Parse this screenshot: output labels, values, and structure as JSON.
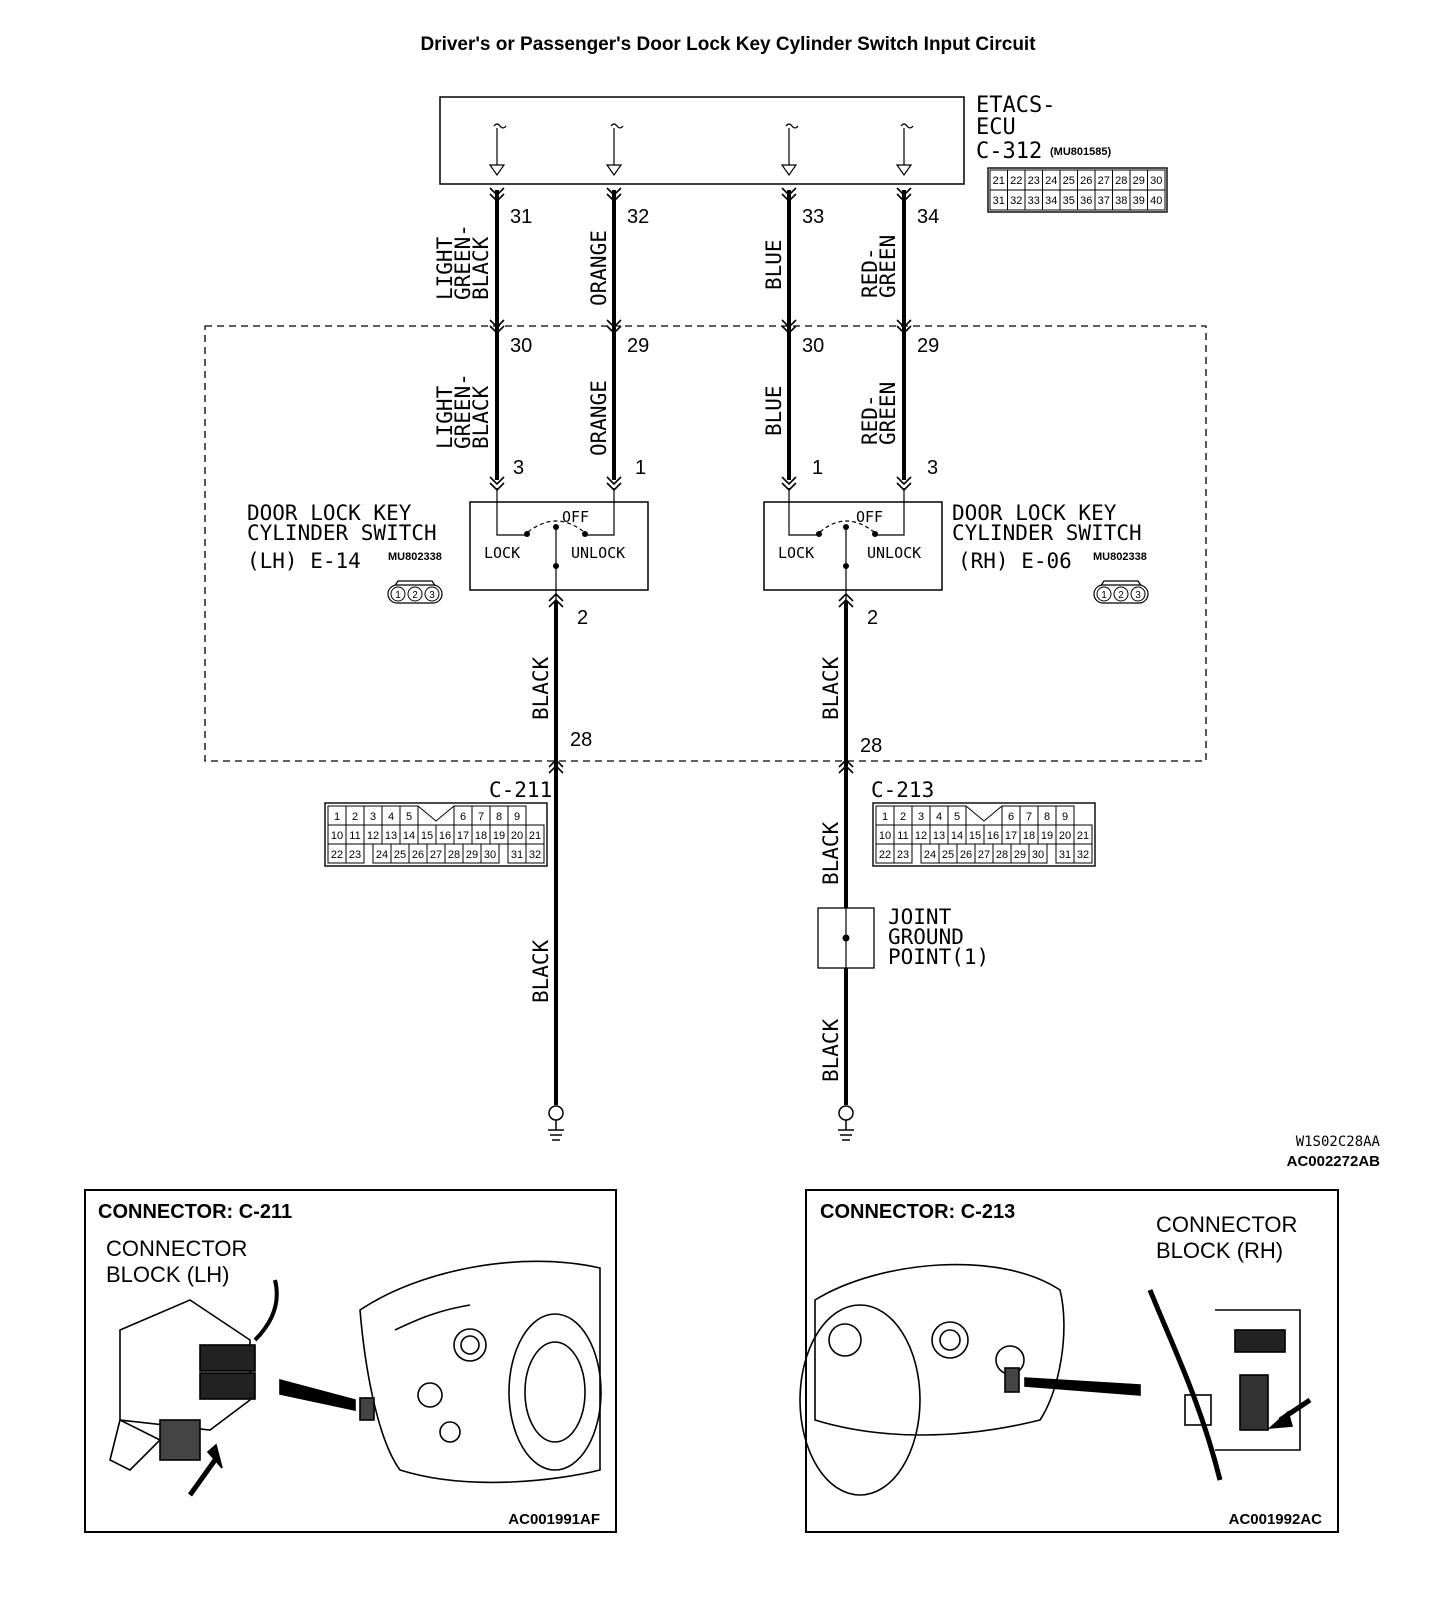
{
  "title": "Driver's or Passenger's Door Lock Key Cylinder Switch Input Circuit",
  "ecu": {
    "name_line1": "ETACS-",
    "name_line2": "ECU",
    "connector": "C-312",
    "part_no": "(MU801585)",
    "pins_row1": [
      "21",
      "22",
      "23",
      "24",
      "25",
      "26",
      "27",
      "28",
      "29",
      "30"
    ],
    "pins_row2": [
      "31",
      "32",
      "33",
      "34",
      "35",
      "36",
      "37",
      "38",
      "39",
      "40"
    ]
  },
  "wires": {
    "w1": {
      "ecu_pin": "31",
      "top_color": [
        "LIGHT",
        "GREEN-",
        "BLACK"
      ],
      "inner_pin": "30",
      "lower_color": [
        "LIGHT",
        "GREEN-",
        "BLACK"
      ],
      "switch_pin": "3"
    },
    "w2": {
      "ecu_pin": "32",
      "top_color": [
        "ORANGE"
      ],
      "inner_pin": "29",
      "lower_color": [
        "ORANGE"
      ],
      "switch_pin": "1"
    },
    "w3": {
      "ecu_pin": "33",
      "top_color": [
        "BLUE"
      ],
      "inner_pin": "30",
      "lower_color": [
        "BLUE"
      ],
      "switch_pin": "1"
    },
    "w4": {
      "ecu_pin": "34",
      "top_color": [
        "RED-",
        "GREEN"
      ],
      "inner_pin": "29",
      "lower_color": [
        "RED-",
        "GREEN"
      ],
      "switch_pin": "3"
    }
  },
  "switch_lh": {
    "name_line1": "DOOR LOCK KEY",
    "name_line2": "CYLINDER SWITCH",
    "name_line3": "(LH) E-14",
    "part_no": "MU802338",
    "lock": "LOCK",
    "off": "OFF",
    "unlock": "UNLOCK",
    "ground_pin": "2",
    "conn_pin": "28",
    "wire_color": "BLACK",
    "connector": "C-211",
    "lower_wire_color": "BLACK"
  },
  "switch_rh": {
    "name_line1": "DOOR LOCK KEY",
    "name_line2": "CYLINDER SWITCH",
    "name_line3": "(RH) E-06",
    "part_no": "MU802338",
    "lock": "LOCK",
    "off": "OFF",
    "unlock": "UNLOCK",
    "ground_pin": "2",
    "conn_pin": "28",
    "wire_color": "BLACK",
    "connector": "C-213",
    "mid_wire_color": "BLACK",
    "lower_wire_color": "BLACK"
  },
  "switch_pin_icon": [
    "1",
    "2",
    "3"
  ],
  "joint_ground": [
    "JOINT",
    "GROUND",
    "POINT(1)"
  ],
  "connector_pins": {
    "row1": [
      "1",
      "2",
      "3",
      "4",
      "5",
      "6",
      "7",
      "8",
      "9"
    ],
    "row2": [
      "10",
      "11",
      "12",
      "13",
      "14",
      "15",
      "16",
      "17",
      "18",
      "19",
      "20",
      "21"
    ],
    "row3": [
      "22",
      "23",
      "24",
      "25",
      "26",
      "27",
      "28",
      "29",
      "30",
      "31",
      "32"
    ]
  },
  "codes": {
    "drawing": "W1S02C28AA",
    "figure": "AC002272AB"
  },
  "panel_lh": {
    "title": "CONNECTOR: C-211",
    "label_line1": "CONNECTOR",
    "label_line2": "BLOCK (LH)",
    "code": "AC001991AF"
  },
  "panel_rh": {
    "title": "CONNECTOR: C-213",
    "label_line1": "CONNECTOR",
    "label_line2": "BLOCK (RH)",
    "code": "AC001992AC"
  }
}
